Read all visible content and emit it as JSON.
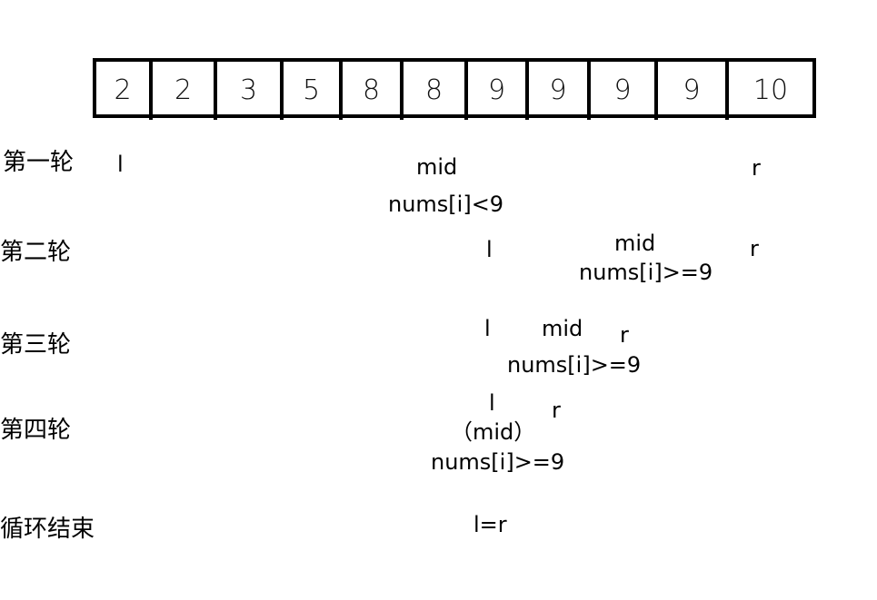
{
  "array": {
    "values": [
      "2",
      "2",
      "3",
      "5",
      "8",
      "8",
      "9",
      "9",
      "9",
      "9",
      "10"
    ]
  },
  "rounds": [
    {
      "label": "第一轮",
      "markers": {
        "l": "l",
        "mid": "mid",
        "r": "r"
      },
      "condition": "nums[i]<9"
    },
    {
      "label": "第二轮",
      "markers": {
        "l": "l",
        "mid": "mid",
        "r": "r"
      },
      "condition": "nums[i]>=9"
    },
    {
      "label": "第三轮",
      "markers": {
        "l": "l",
        "mid": "mid",
        "r": "r"
      },
      "condition": "nums[i]>=9"
    },
    {
      "label": "第四轮",
      "markers": {
        "l": "l",
        "mid": "（mid）",
        "r": "r"
      },
      "condition": "nums[i]>=9"
    }
  ],
  "end": {
    "label": "循环结束",
    "result": "l=r"
  }
}
